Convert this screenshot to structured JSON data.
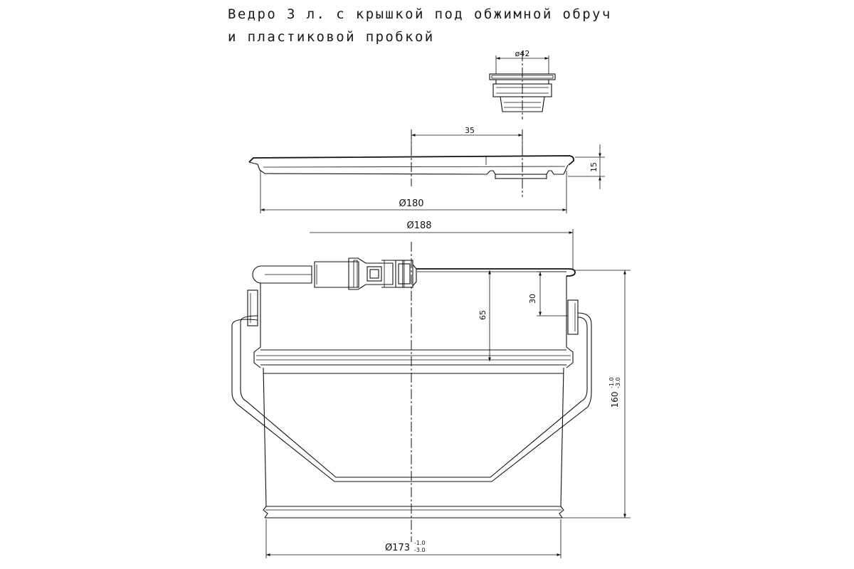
{
  "title": {
    "line1": "Ведро 3 л. с крышкой под обжимной обруч",
    "line2": "и пластиковой пробкой"
  },
  "dimensions": {
    "plug_diameter": "ø42",
    "lid_offset": "35",
    "lid_height": "15",
    "lid_diameter": "Ø180",
    "rim_diameter": "Ø188",
    "inner_depth": "30",
    "bead_depth": "65",
    "height": "160",
    "height_tol_upper": "-1.0",
    "height_tol_lower": "-3.0",
    "bottom_diameter": "Ø173",
    "bottom_tol_upper": "-1.0",
    "bottom_tol_lower": "-3.0"
  }
}
